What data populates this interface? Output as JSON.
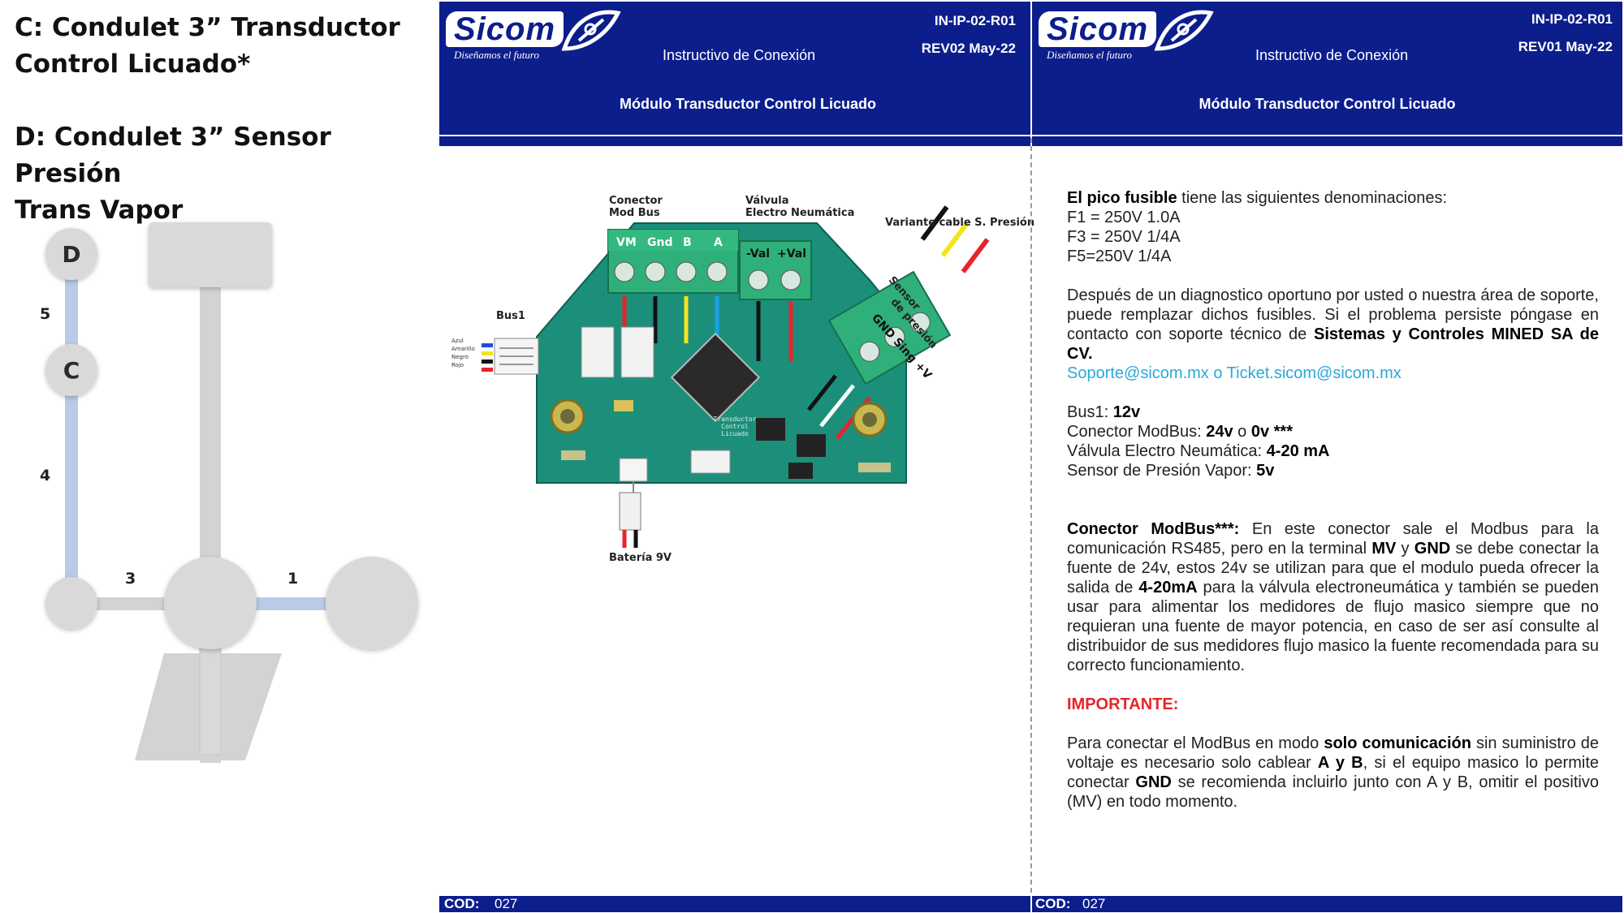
{
  "left": {
    "title_c_line1": "C: Condulet 3” Transductor",
    "title_c_line2": "Control Licuado*",
    "title_d_line1": "D: Condulet 3” Sensor Presión",
    "title_d_line2": "Trans Vapor",
    "diagram": {
      "node_d": "D",
      "node_c": "C",
      "seg_5": "5",
      "seg_4": "4",
      "seg_3": "3",
      "seg_1": "1",
      "colors": {
        "pipe": "#d3d3d3",
        "segment": "#b9cbe6",
        "node": "#d9d9d9"
      }
    }
  },
  "doc_left": {
    "logo_text": "Sicom",
    "logo_tagline": "Diseñamos el futuro",
    "code": "IN-IP-02-R01",
    "rev": "REV02 May-22",
    "subtitle": "Instructivo  de Conexión",
    "module": "Módulo Transductor Control Licuado",
    "footer_label": "COD:",
    "footer_code": "027",
    "pcb": {
      "label_conector_1": "Conector",
      "label_conector_2": "Mod Bus",
      "label_valvula_1": "Válvula",
      "label_valvula_2": "Electro Neumática",
      "label_variante": "Variante cable S. Presión",
      "label_sensor_1": "Sensor",
      "label_sensor_2": "de presión",
      "label_bus1": "Bus1",
      "label_bateria": "Batería 9V",
      "term_vm": "VM",
      "term_gnd": "Gnd",
      "term_b": "B",
      "term_a": "A",
      "term_val_neg": "-Val",
      "term_val_pos": "+Val",
      "term_sensor": "GND Sing +V",
      "bus_wires": [
        "Azul",
        "Amarillo",
        "Negro",
        "Rojo"
      ],
      "chip_text": "Transductor Control Licuado"
    }
  },
  "doc_right": {
    "logo_text": "Sicom",
    "logo_tagline": "Diseñamos el futuro",
    "code": "IN-IP-02-R01",
    "rev": "REV01 May-22",
    "subtitle": "Instructivo  de Conexión",
    "module": "Módulo Transductor Control Licuado",
    "footer_label": "COD:",
    "footer_code": "027",
    "fuse_bold": "El pico fusible",
    "fuse_rest": " tiene las siguientes denominaciones:",
    "f1": "F1 = 250V 1.0A",
    "f3": "F3 = 250V 1/4A",
    "f5": "F5=250V 1/4A",
    "diag_text": "Después de un diagnostico oportuno por usted o nuestra área de soporte, puede remplazar dichos fusibles. Si el problema persiste póngase en contacto con soporte técnico de ",
    "diag_bold": "Sistemas y Controles MINED SA de CV.",
    "support_email": "Soporte@sicom.mx o Ticket.sicom@sicom.mx",
    "bus1_label": "Bus1: ",
    "bus1_val": "12v",
    "modbus_label": "Conector ModBus: ",
    "modbus_val1": "24v",
    "modbus_mid": " o ",
    "modbus_val2": "0v ***",
    "valve_label": "Válvula Electro Neumática: ",
    "valve_val": "4-20 mA",
    "sensor_label": "Sensor de Presión Vapor: ",
    "sensor_val": "5v",
    "p_modbus_title": "Conector ModBus***:",
    "p_modbus_1": " En este conector sale el Modbus para la comunicación RS485, pero en la terminal ",
    "p_modbus_mv": "MV",
    "p_modbus_2": " y ",
    "p_modbus_gnd": "GND",
    "p_modbus_3": " se debe conectar la fuente de 24v, estos 24v se utilizan para que el modulo pueda ofrecer la salida de ",
    "p_modbus_4ma": "4-20mA",
    "p_modbus_4": " para la válvula electroneumática y también se pueden usar para alimentar los medidores de flujo masico siempre que no requieran una fuente de mayor potencia, en caso de ser así consulte al distribuidor de sus medidores flujo masico la fuente recomendada para su correcto funcionamiento.",
    "important": "IMPORTANTE:",
    "p_imp_1": "Para conectar el ModBus en modo ",
    "p_imp_solo": "solo comunicación",
    "p_imp_2": " sin suministro de voltaje es necesario solo cablear ",
    "p_imp_ab": "A y B",
    "p_imp_3": ", si el equipo masico lo permite conectar ",
    "p_imp_gnd": "GND",
    "p_imp_4": " se recomienda incluirlo junto con A y B, omitir el positivo (MV) en todo momento."
  }
}
